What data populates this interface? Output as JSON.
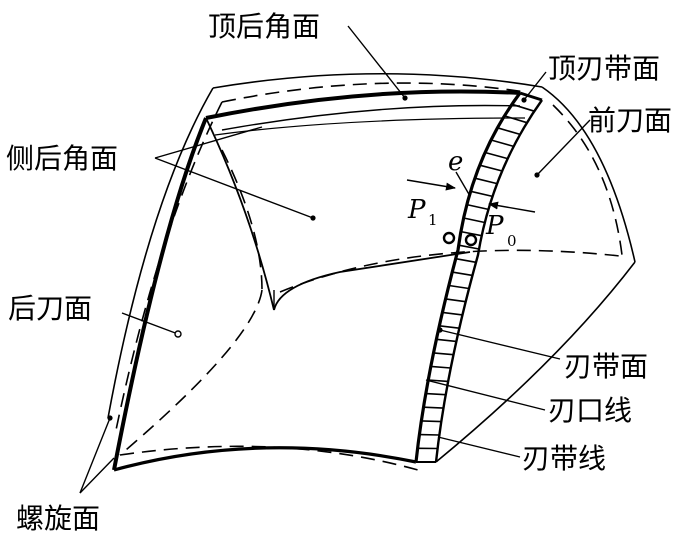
{
  "labels": {
    "top_flank_face": "顶后角面",
    "top_land": "顶刃带面",
    "rake_face": "前刀面",
    "side_flank_face": "侧后角面",
    "flank_face": "后刀面",
    "land_face": "刃带面",
    "cutting_edge": "刃口线",
    "land_edge": "刃带线",
    "helical_face": "螺旋面"
  },
  "symbols": {
    "e": "e",
    "p1": "P",
    "p1_sub": "1",
    "p0": "P",
    "p0_sub": "0"
  }
}
